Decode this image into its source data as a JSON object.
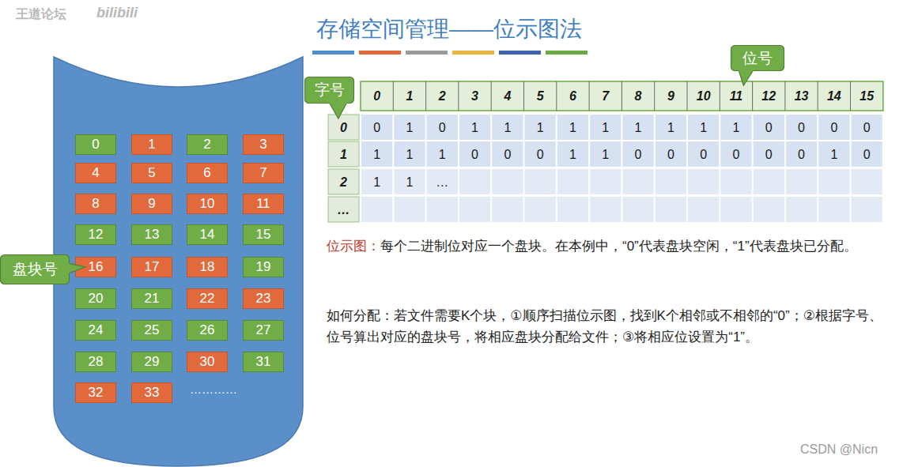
{
  "diagram": {
    "title": "存储空间管理——位示图法",
    "nodes": [
      {
        "text": [
          "0"
        ]
      },
      {
        "text": [
          "1"
        ]
      },
      {
        "text": [
          "2"
        ]
      },
      {
        "text": [
          "3"
        ]
      },
      {
        "text": [
          "4"
        ]
      },
      {
        "text": [
          "5"
        ]
      },
      {
        "text": [
          "6"
        ]
      },
      {
        "text": [
          "7"
        ]
      },
      {
        "text": [
          "8"
        ]
      },
      {
        "text": [
          "9"
        ]
      },
      {
        "text": [
          "10"
        ]
      },
      {
        "text": [
          "11"
        ]
      },
      {
        "text": [
          "12"
        ]
      },
      {
        "text": [
          "13"
        ]
      },
      {
        "text": [
          "14"
        ]
      },
      {
        "text": [
          "15"
        ]
      },
      {
        "text": [
          "16"
        ]
      },
      {
        "text": [
          "17"
        ]
      },
      {
        "text": [
          "18"
        ]
      },
      {
        "text": [
          "19"
        ]
      },
      {
        "text": [
          "20"
        ]
      },
      {
        "text": [
          "21"
        ]
      },
      {
        "text": [
          "22"
        ]
      },
      {
        "text": [
          "23"
        ]
      },
      {
        "text": [
          "24"
        ]
      },
      {
        "text": [
          "25"
        ]
      },
      {
        "text": [
          "26"
        ]
      },
      {
        "text": [
          "27"
        ]
      },
      {
        "text": [
          "28"
        ]
      },
      {
        "text": [
          "29"
        ]
      },
      {
        "text": [
          "30"
        ]
      },
      {
        "text": [
          "31"
        ]
      },
      {
        "text": [
          "32"
        ]
      },
      {
        "text": [
          "33"
        ]
      },
      {
        "text": [
          "盘块号"
        ]
      },
      {
        "text": [
          "字号"
        ]
      },
      {
        "text": [
          "位号"
        ]
      }
    ],
    "labels": [
      "王道论坛",
      "bilibili",
      "0",
      "1",
      "2",
      "3",
      "4",
      "5",
      "6",
      "7",
      "8",
      "9",
      "10",
      "11",
      "12",
      "13",
      "14",
      "15",
      "0",
      "1",
      "2",
      "…",
      "0",
      "1",
      "0",
      "1",
      "1",
      "1",
      "1",
      "1",
      "1",
      "1",
      "1",
      "1",
      "0",
      "0",
      "0",
      "0",
      "1",
      "1",
      "1",
      "0",
      "0",
      "0",
      "1",
      "1",
      "0",
      "0",
      "0",
      "0",
      "0",
      "0",
      "1",
      "0",
      "1",
      "1",
      "…",
      "位示图：",
      "每个二进制位对应一个盘块。在本例中，“0”代表盘块空闲，“1”代表盘块已分配。",
      "如何分配：若文件需要K个块，①顺序扫描位示图，找到K个相邻或不相邻的“0”；②根据字号、位号算出对应的盘块号，将相应盘块分配给文件；③将相应位设置为“1”。",
      "…………",
      "CSDN @Nicn"
    ]
  }
}
